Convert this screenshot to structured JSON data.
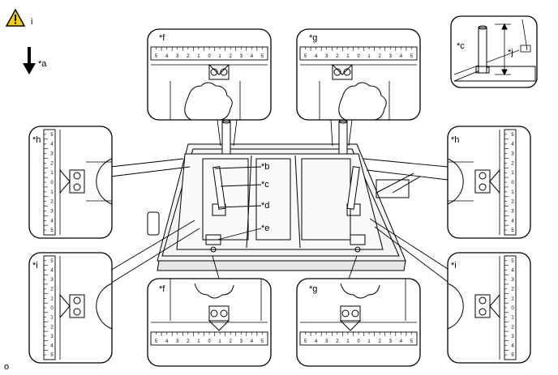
{
  "warning_icon": "warning-triangle-icon",
  "warning_symbol": "i",
  "labels": {
    "a": "*a",
    "b": "*b",
    "c": "*c",
    "d": "*d",
    "e": "*e",
    "f": "*f",
    "g": "*g",
    "h": "*h",
    "i": "*i",
    "j": "*j"
  },
  "footer_mark": "o",
  "scale_digits": [
    "5",
    "4",
    "3",
    "2",
    "1",
    "0",
    "1",
    "2",
    "3",
    "4",
    "5"
  ],
  "colors": {
    "line": "#000000",
    "warning_fill": "#f5d000",
    "frame": "#f2f2f2"
  }
}
